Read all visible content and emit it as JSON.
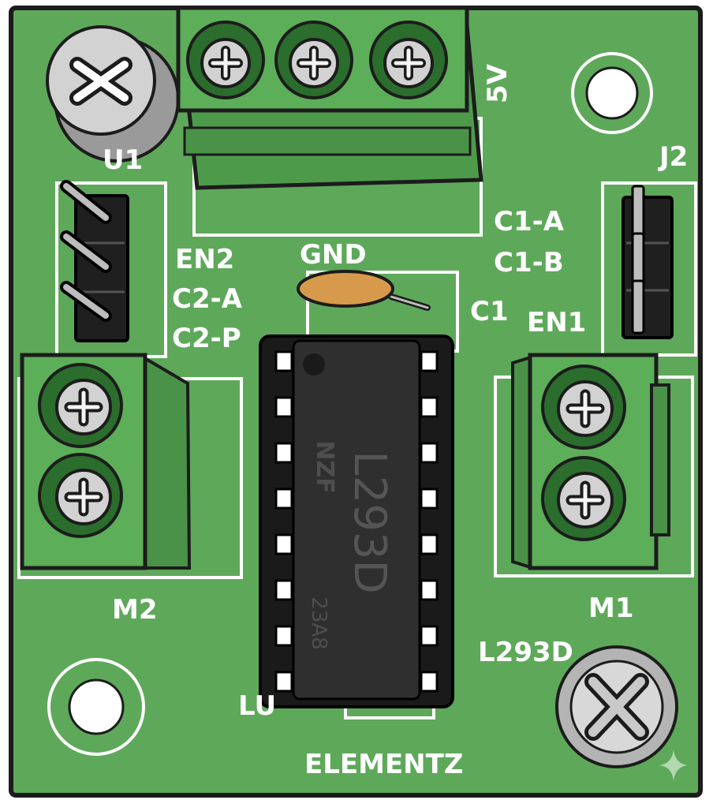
{
  "board": {
    "labels": {
      "u1": "U1",
      "j2": "J2",
      "v5": "5V",
      "gnd": "GND",
      "c1a": "C1-A",
      "c1b": "C1-B",
      "c1": "C1",
      "en1": "EN1",
      "en2": "EN2",
      "c2a": "C2-A",
      "c2p": "C2-P",
      "m1": "M1",
      "m2": "M2",
      "l293d_silk": "L293D",
      "u3_partial": "LU",
      "brand": "ELEMENTZ"
    },
    "chip": {
      "part": "L293D",
      "maker": "NZF",
      "code": "23A8"
    },
    "colors": {
      "pcb": "#5ea85a",
      "silk": "#ffffff",
      "terminal": "#55a552",
      "chip_body": "#2f2f2f",
      "capacitor": "#d79a4c",
      "screw": "#c8c8c8"
    }
  }
}
